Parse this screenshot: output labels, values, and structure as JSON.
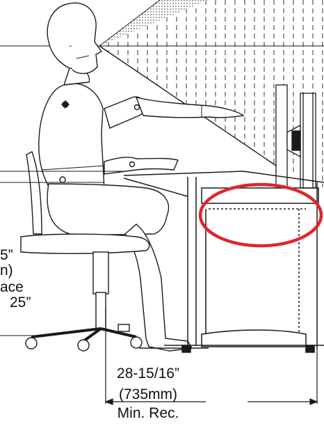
{
  "colors": {
    "line": "#1a1a1a",
    "highlight": "#e0262b",
    "background": "#ffffff"
  },
  "icons": [
    "seated-human-figure",
    "sightline-cone",
    "monitor-side-view",
    "office-chair",
    "workstation-desk",
    "highlight-ellipse",
    "dimension-arrow"
  ],
  "left_labels": {
    "line1": "5”",
    "line2": "n)",
    "line3": "ace",
    "line4": "25”"
  },
  "dimension": {
    "inches": "28-15/16”",
    "mm": "(735mm)",
    "note": "Min. Rec."
  }
}
